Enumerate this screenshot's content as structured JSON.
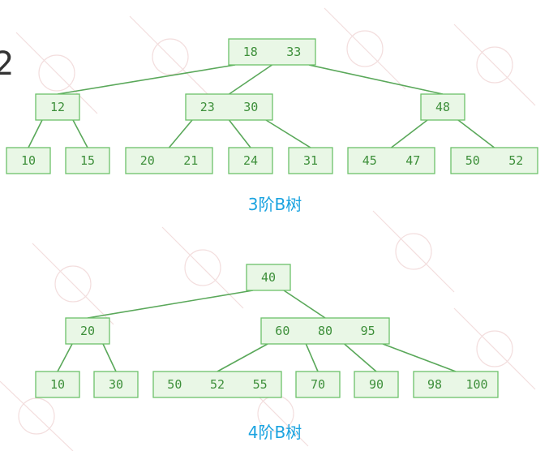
{
  "side_glyph": "2",
  "trees": [
    {
      "caption": "3阶B树",
      "nodes": [
        {
          "id": "a-root",
          "keys": [
            "18",
            "33"
          ]
        },
        {
          "id": "a-l",
          "keys": [
            "12"
          ]
        },
        {
          "id": "a-m",
          "keys": [
            "23",
            "30"
          ]
        },
        {
          "id": "a-r",
          "keys": [
            "48"
          ]
        },
        {
          "id": "a-ll",
          "keys": [
            "10"
          ]
        },
        {
          "id": "a-lr",
          "keys": [
            "15"
          ]
        },
        {
          "id": "a-ml",
          "keys": [
            "20",
            "21"
          ]
        },
        {
          "id": "a-mm",
          "keys": [
            "24"
          ]
        },
        {
          "id": "a-mr",
          "keys": [
            "31"
          ]
        },
        {
          "id": "a-rl",
          "keys": [
            "45",
            "47"
          ]
        },
        {
          "id": "a-rr",
          "keys": [
            "50",
            "52"
          ]
        }
      ],
      "edges": [
        [
          "a-root",
          "a-l"
        ],
        [
          "a-root",
          "a-m"
        ],
        [
          "a-root",
          "a-r"
        ],
        [
          "a-l",
          "a-ll"
        ],
        [
          "a-l",
          "a-lr"
        ],
        [
          "a-m",
          "a-ml"
        ],
        [
          "a-m",
          "a-mm"
        ],
        [
          "a-m",
          "a-mr"
        ],
        [
          "a-r",
          "a-rl"
        ],
        [
          "a-r",
          "a-rr"
        ]
      ]
    },
    {
      "caption": "4阶B树",
      "nodes": [
        {
          "id": "b-root",
          "keys": [
            "40"
          ]
        },
        {
          "id": "b-l",
          "keys": [
            "20"
          ]
        },
        {
          "id": "b-r",
          "keys": [
            "60",
            "80",
            "95"
          ]
        },
        {
          "id": "b-ll",
          "keys": [
            "10"
          ]
        },
        {
          "id": "b-lr",
          "keys": [
            "30"
          ]
        },
        {
          "id": "b-r1",
          "keys": [
            "50",
            "52",
            "55"
          ]
        },
        {
          "id": "b-r2",
          "keys": [
            "70"
          ]
        },
        {
          "id": "b-r3",
          "keys": [
            "90"
          ]
        },
        {
          "id": "b-r4",
          "keys": [
            "98",
            "100"
          ]
        }
      ],
      "edges": [
        [
          "b-root",
          "b-l"
        ],
        [
          "b-root",
          "b-r"
        ],
        [
          "b-l",
          "b-ll"
        ],
        [
          "b-l",
          "b-lr"
        ],
        [
          "b-r",
          "b-r1"
        ],
        [
          "b-r",
          "b-r2"
        ],
        [
          "b-r",
          "b-r3"
        ],
        [
          "b-r",
          "b-r4"
        ]
      ]
    }
  ]
}
